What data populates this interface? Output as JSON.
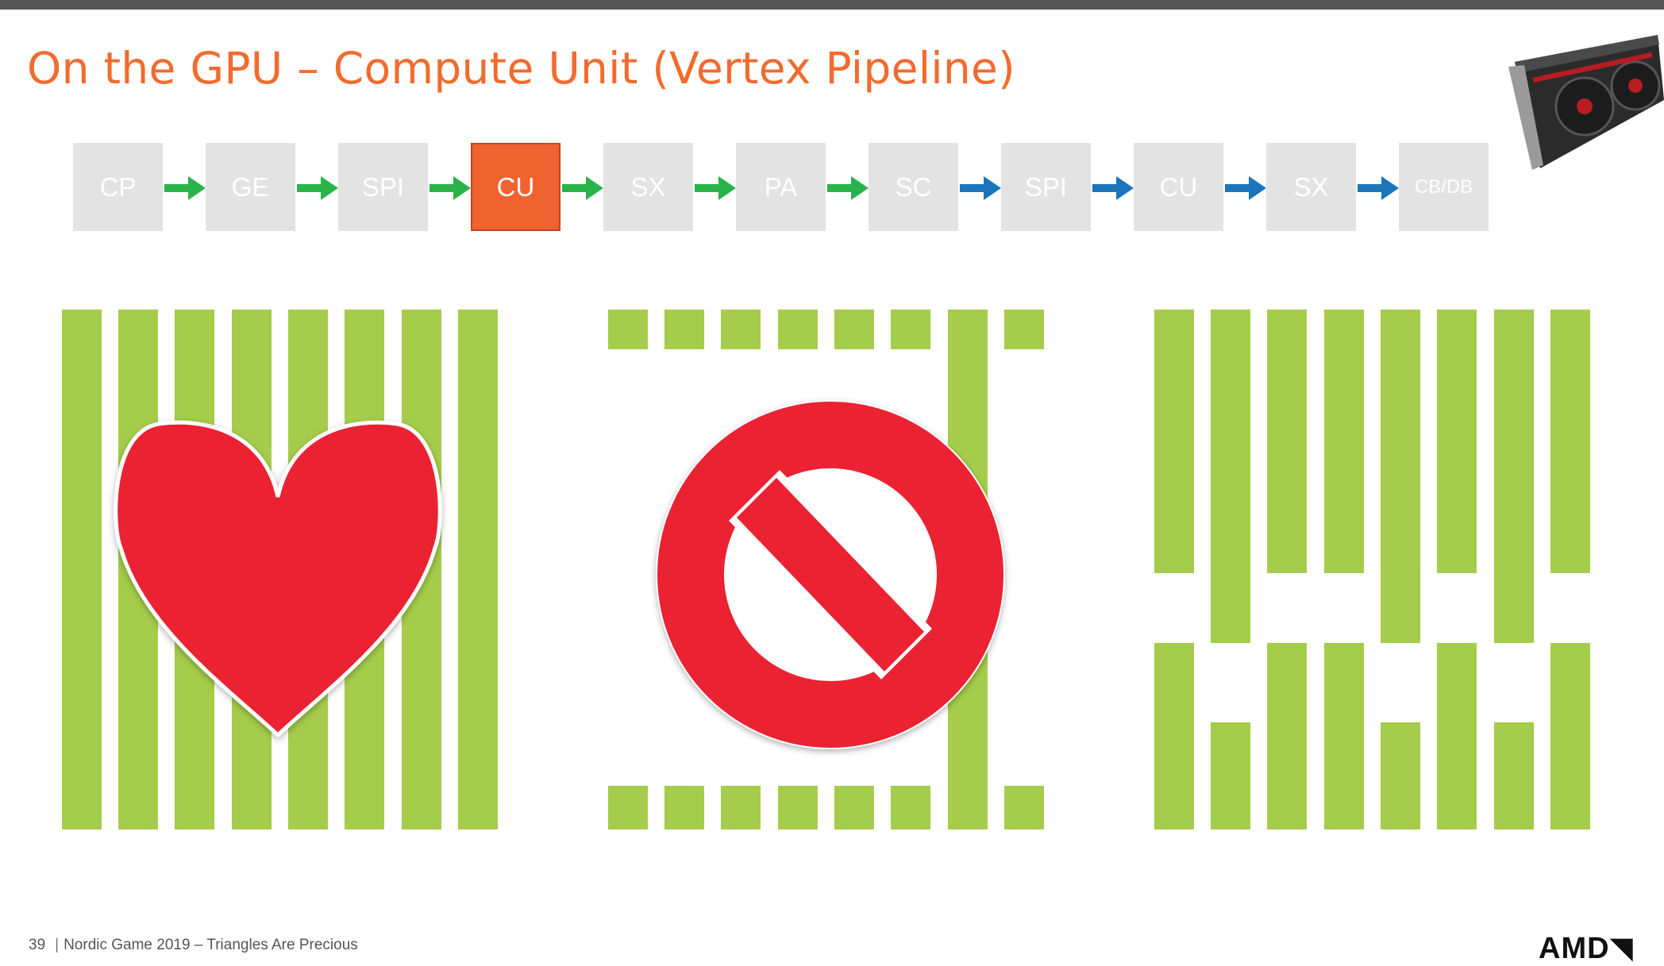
{
  "slide": {
    "title": "On the GPU – Compute Unit (Vertex Pipeline)",
    "page_number": "39",
    "footer_text": "Nordic Game 2019 – Triangles Are Precious",
    "logo_text": "AMD"
  },
  "pipeline": {
    "stages": [
      "CP",
      "GE",
      "SPI",
      "CU",
      "SX",
      "PA",
      "SC",
      "SPI",
      "CU",
      "SX",
      "CB/DB"
    ],
    "active_index": 3,
    "arrow_colors": [
      "green",
      "green",
      "green",
      "green",
      "green",
      "green",
      "blue",
      "blue",
      "blue",
      "blue"
    ]
  },
  "colors": {
    "title": "#f26b2e",
    "stage_inactive": "#e4e3e3",
    "stage_active": "#ef6331",
    "arrow_green": "#2ab34a",
    "arrow_blue": "#1a75bc",
    "lane_green": "#a5cc4a",
    "symbol_red": "#ea2030"
  },
  "panels": [
    {
      "name": "good-lanes",
      "icon": "heart-icon"
    },
    {
      "name": "bad-lanes",
      "icon": "prohibited-icon"
    },
    {
      "name": "split-lanes",
      "icon": ""
    }
  ]
}
